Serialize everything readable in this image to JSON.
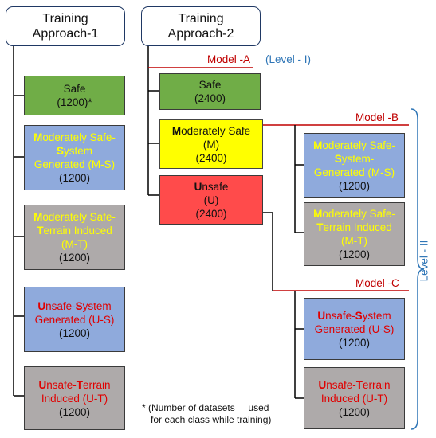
{
  "approach1": {
    "header": [
      "Training",
      "Approach-1"
    ],
    "safe": {
      "title": "Safe",
      "count": "(1200)*"
    },
    "ms": {
      "l1_first": "M",
      "l1_rest": "oderately Safe-",
      "l2_first": "S",
      "l2_rest": "ystem",
      "l3": "Generated (M-S)",
      "count": "(1200)"
    },
    "mt": {
      "l1_first": "M",
      "l1_rest": "oderately Safe-",
      "l2_first": "T",
      "l2_rest": "errain Induced",
      "l3": "(M-T)",
      "count": "(1200)"
    },
    "us": {
      "l1_first": "U",
      "l1_mid": "nsafe-",
      "l1_s": "S",
      "l1_rest": "ystem",
      "l2": "Generated (U-S)",
      "count": "(1200)"
    },
    "ut": {
      "l1_first": "U",
      "l1_mid": "nsafe-",
      "l1_t": "T",
      "l1_rest": "errain",
      "l2": "Induced (U-T)",
      "count": "(1200)"
    }
  },
  "approach2": {
    "header": [
      "Training",
      "Approach-2"
    ],
    "model_a": "Model -A",
    "level_1": "(Level - I)",
    "model_b": "Model -B",
    "model_c": "Model -C",
    "level_2": "Level - II",
    "safe": {
      "title": "Safe",
      "count": "(2400)"
    },
    "msafe": {
      "first": "M",
      "rest": "oderately Safe",
      "code": "(M)",
      "count": "(2400)"
    },
    "unsafe": {
      "first": "U",
      "rest": "nsafe",
      "code": "(U)",
      "count": "(2400)"
    },
    "ms": {
      "l1_first": "M",
      "l1_rest": "oderately Safe-",
      "l2_first": "S",
      "l2_rest": "ystem-",
      "l3": "Generated (M-S)",
      "count": "(1200)"
    },
    "mt": {
      "l1_first": "M",
      "l1_rest": "oderately Safe-",
      "l2_first": "T",
      "l2_rest": "errain Induced",
      "l3": "(M-T)",
      "count": "(1200)"
    },
    "us": {
      "l1_first": "U",
      "l1_mid": "nsafe-",
      "l1_s": "S",
      "l1_rest": "ystem",
      "l2": "Generated (U-S)",
      "count": "(1200)"
    },
    "ut": {
      "l1_first": "U",
      "l1_mid": "nsafe-",
      "l1_t": "T",
      "l1_rest": "errain",
      "l2": "Induced (U-T)",
      "count": "(1200)"
    }
  },
  "footnote": [
    "* (Number of datasets     used",
    "for each class while training)"
  ],
  "colors": {
    "safe": "#70ad47",
    "moderate": "#ffff00",
    "unsafe": "#ff4b4b",
    "system": "#8faadc",
    "terrain": "#aeaaaa",
    "model_line": "#c00000",
    "level": "#2e75b6"
  }
}
